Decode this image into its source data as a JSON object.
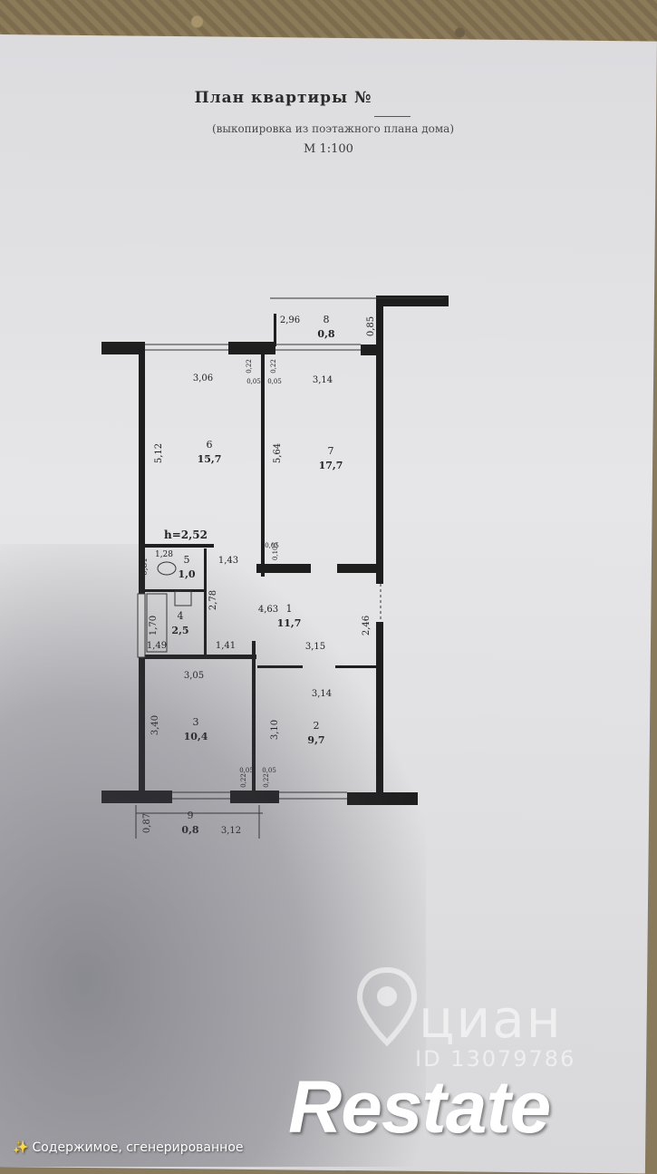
{
  "header": {
    "title": "План квартиры №",
    "subtitle": "(выкопировка из поэтажного плана дома)",
    "scale": "М 1:100"
  },
  "rooms": [
    {
      "number": "1",
      "area": "11,7"
    },
    {
      "number": "2",
      "area": "9,7"
    },
    {
      "number": "3",
      "area": "10,4"
    },
    {
      "number": "4",
      "area": "2,5"
    },
    {
      "number": "5",
      "area": "1,0"
    },
    {
      "number": "6",
      "area": "15,7"
    },
    {
      "number": "7",
      "area": "17,7"
    },
    {
      "number": "8",
      "area": "0,8"
    },
    {
      "number": "9",
      "area": "0,8"
    }
  ],
  "ceiling_height": "h=2,52",
  "dimensions": {
    "d_296": "2,96",
    "d_085": "0,85",
    "d_306": "3,06",
    "d_314a": "3,14",
    "d_022a": "0,22",
    "d_022b": "0,22",
    "d_005a": "0,05",
    "d_005b": "0,05",
    "d_512": "5,12",
    "d_564": "5,64",
    "d_005c": "0,05",
    "d_0105": "0,105",
    "d_128": "1,28",
    "d_081": "0,81",
    "d_143": "1,43",
    "d_278": "2,78",
    "d_463": "4,63",
    "d_170": "1,70",
    "d_149": "1,49",
    "d_141": "1,41",
    "d_315": "3,15",
    "d_246": "2,46",
    "d_305": "3,05",
    "d_314b": "3,14",
    "d_340": "3,40",
    "d_310": "3,10",
    "d_022c": "0,22",
    "d_022d": "0,22",
    "d_005d": "0,05",
    "d_005e": "0,05",
    "d_087": "0,87",
    "d_312": "3,12"
  },
  "watermark": {
    "text": "циан",
    "id": "ID 13079786"
  },
  "brand": "Restate",
  "caption": "Содержимое, сгенерированное",
  "icons": {
    "sparkle": "✨"
  },
  "colors": {
    "wall": "#222222",
    "paper": "#e3e3e5"
  }
}
